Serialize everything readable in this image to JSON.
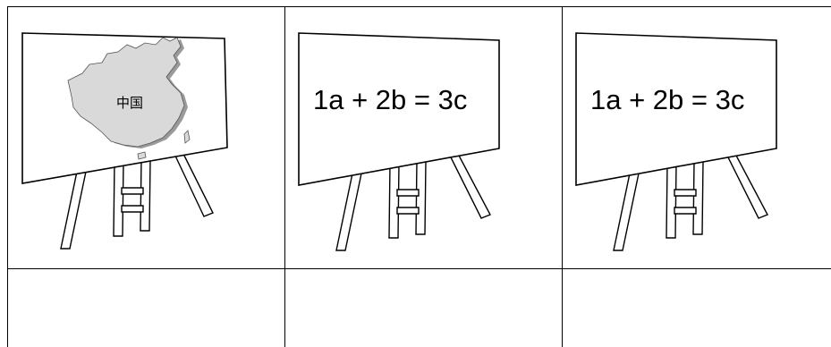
{
  "panels": [
    {
      "board": "map",
      "label": "中国"
    },
    {
      "board": "equation",
      "label": "1a + 2b = 3c"
    },
    {
      "board": "equation",
      "label": "1a + 2b = 3c"
    }
  ],
  "bottom_row": [
    "",
    "",
    ""
  ],
  "colors": {
    "line": "#000000",
    "board_fill": "#ffffff",
    "map_fill": "#d9d9d9"
  }
}
